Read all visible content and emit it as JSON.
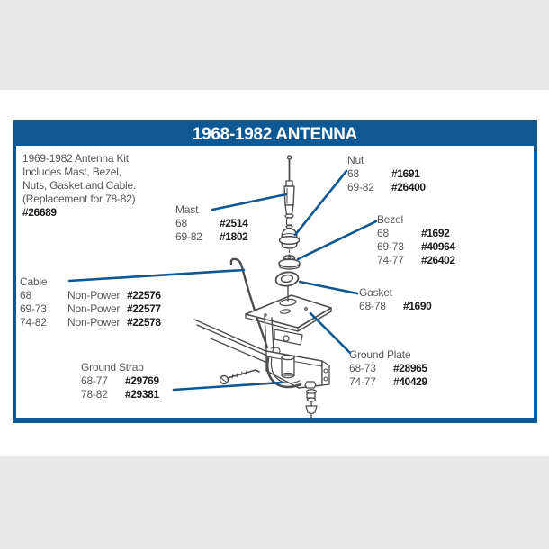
{
  "colors": {
    "blue": "#0e5894",
    "text-gray": "#58585a",
    "text-dark": "#1c1c1e",
    "bg-gray": "#e9e9e9",
    "line-gray": "#4d4d4f"
  },
  "header": {
    "title": "1968-1982 ANTENNA"
  },
  "intro": {
    "line1": "1969-1982 Antenna Kit",
    "line2": "Includes Mast, Bezel,",
    "line3": "Nuts, Gasket and Cable.",
    "line4": "(Replacement for 78-82)",
    "part": "#26689"
  },
  "labels": {
    "mast": {
      "name": "Mast",
      "rows": [
        {
          "years": "68",
          "part": "#2514"
        },
        {
          "years": "69-82",
          "part": "#1802"
        }
      ]
    },
    "nut": {
      "name": "Nut",
      "rows": [
        {
          "years": "68",
          "part": "#1691"
        },
        {
          "years": "69-82",
          "part": "#26400"
        }
      ]
    },
    "bezel": {
      "name": "Bezel",
      "rows": [
        {
          "years": "68",
          "part": "#1692"
        },
        {
          "years": "69-73",
          "part": "#40964"
        },
        {
          "years": "74-77",
          "part": "#26402"
        }
      ]
    },
    "gasket": {
      "name": "Gasket",
      "rows": [
        {
          "years": "68-78",
          "part": "#1690"
        }
      ]
    },
    "cable": {
      "name": "Cable",
      "rows": [
        {
          "years": "68",
          "type": "Non-Power",
          "part": "#22576"
        },
        {
          "years": "69-73",
          "type": "Non-Power",
          "part": "#22577"
        },
        {
          "years": "74-82",
          "type": "Non-Power",
          "part": "#22578"
        }
      ]
    },
    "ground_strap": {
      "name": "Ground Strap",
      "rows": [
        {
          "years": "68-77",
          "part": "#29769"
        },
        {
          "years": "78-82",
          "part": "#29381"
        }
      ]
    },
    "ground_plate": {
      "name": "Ground Plate",
      "rows": [
        {
          "years": "68-73",
          "part": "#28965"
        },
        {
          "years": "74-77",
          "part": "#40429"
        }
      ]
    }
  }
}
